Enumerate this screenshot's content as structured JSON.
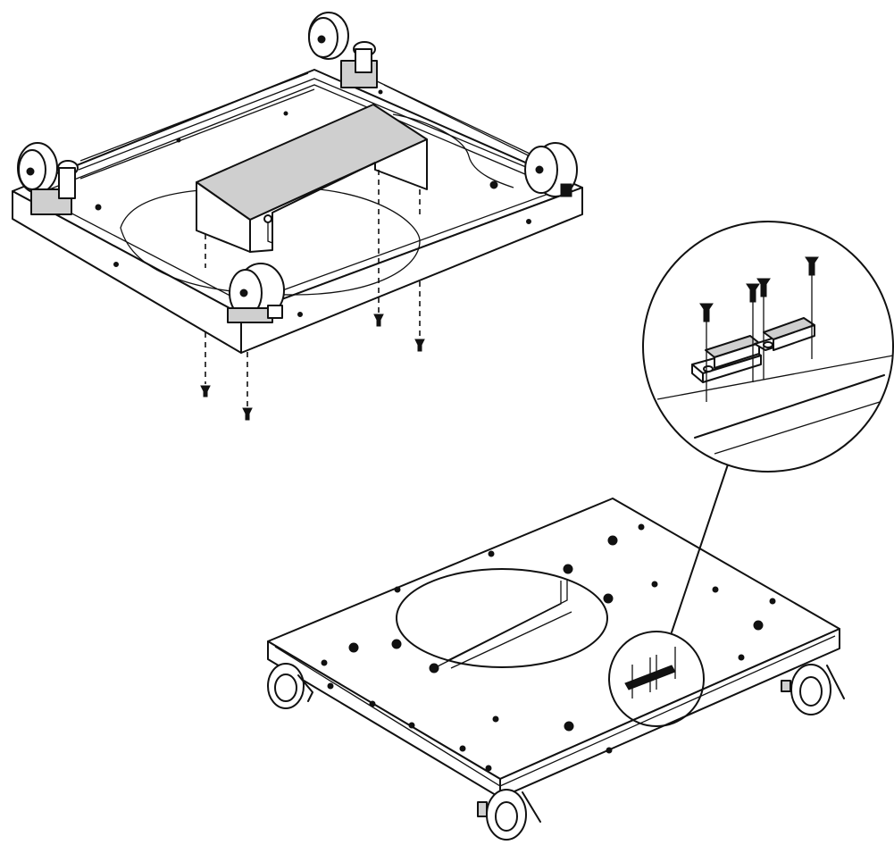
{
  "figure": {
    "colors": {
      "line": "#111111",
      "background": "#ffffff",
      "shade": "#cfcfcf"
    },
    "views": [
      {
        "id": "underside",
        "description_icon": "base-frame-underside-icon"
      },
      {
        "id": "assembled",
        "description_icon": "base-frame-topside-icon"
      },
      {
        "id": "detail",
        "description_icon": "magnifier-detail-icon"
      }
    ]
  }
}
